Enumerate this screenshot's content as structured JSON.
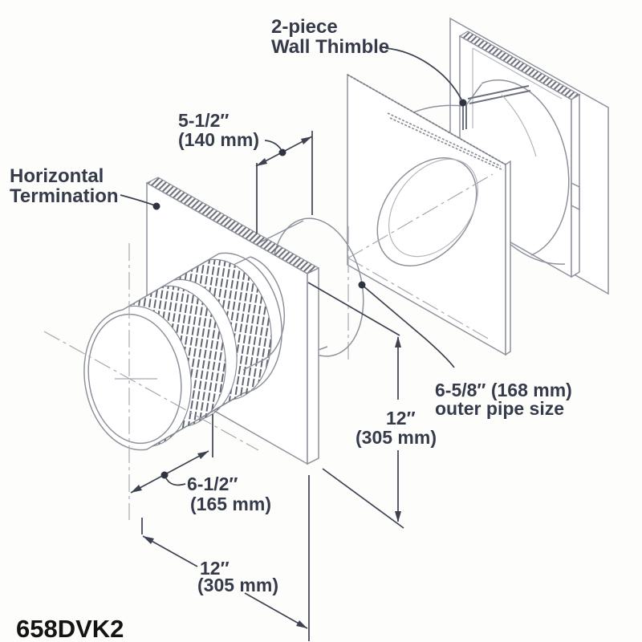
{
  "diagram": {
    "model_number": "658DVK2",
    "labels": {
      "wall_thimble": [
        "2-piece",
        "Wall Thimble"
      ],
      "horizontal_termination": [
        "Horizontal",
        "Termination"
      ],
      "outer_pipe_size": [
        "6-5/8″ (168 mm)",
        "outer pipe size"
      ]
    },
    "dimensions": {
      "thimble_depth": {
        "inches": "5-1/2″",
        "mm": "(140 mm)"
      },
      "termination_projection": {
        "inches": "6-1/2″",
        "mm": "(165 mm)"
      },
      "plate_height": {
        "inches": "12″",
        "mm": "(305 mm)"
      },
      "plate_width": {
        "inches": "12″",
        "mm": "(305 mm)"
      }
    },
    "colors": {
      "background": "#fdfdfc",
      "object_line": "#8e929c",
      "annotation_line": "#3d4251",
      "label_text": "#363b4b",
      "model_text": "#141414"
    }
  }
}
